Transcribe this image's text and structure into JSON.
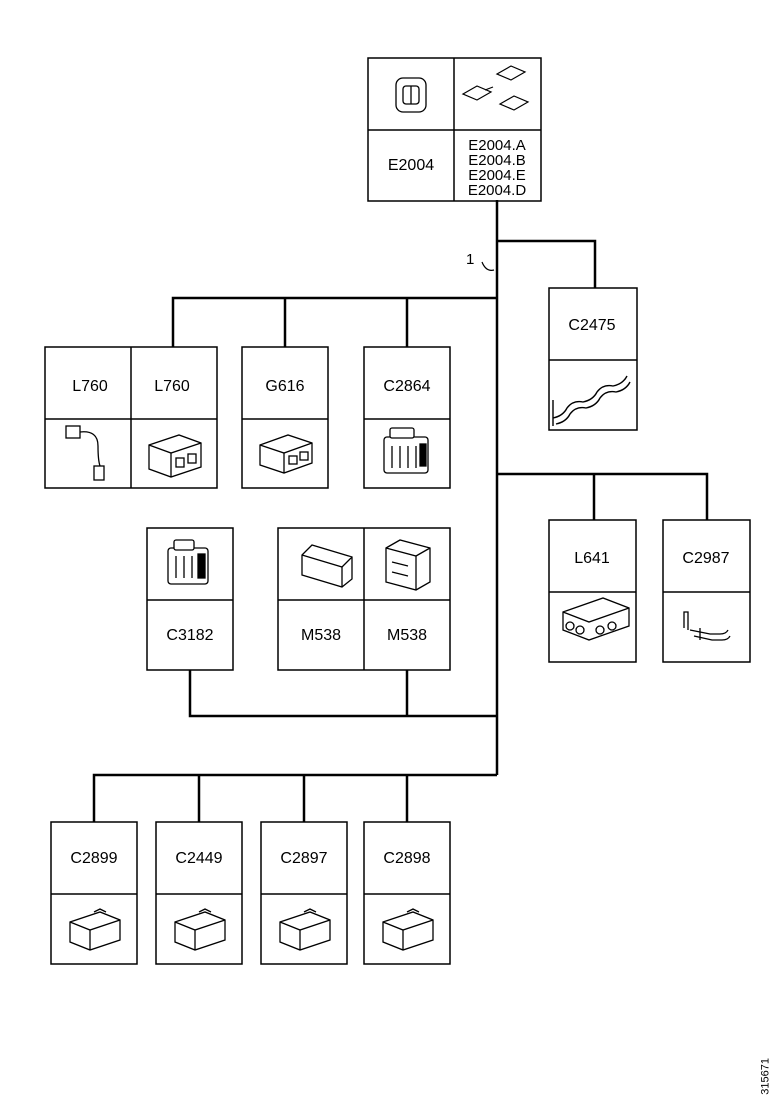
{
  "callout": "1",
  "drawing_code": "315671",
  "top_component": {
    "code": "E2004",
    "variants": [
      "E2004.A",
      "E2004.B",
      "E2004.E",
      "E2004.D"
    ],
    "icon_left": "connector-housing-icon",
    "icon_right": "terminal-set-icon"
  },
  "row1": [
    {
      "code": "L760",
      "icon": "connector-with-lead-icon"
    },
    {
      "code": "L760",
      "icon": "two-pin-housing-icon"
    },
    {
      "code": "G616",
      "icon": "two-pin-housing-icon"
    },
    {
      "code": "C2864",
      "icon": "multi-pin-connector-icon"
    }
  ],
  "right_top": {
    "code": "C2475",
    "icon": "twisted-cable-icon"
  },
  "row2": [
    {
      "code": "C3182",
      "icon": "multi-pin-connector-icon"
    },
    {
      "code": "M538",
      "icon": "relay-housing-icon"
    },
    {
      "code": "M538",
      "icon": "multi-pin-connector-icon"
    }
  ],
  "right_mid": [
    {
      "code": "L641",
      "icon": "multi-pin-housing-icon"
    },
    {
      "code": "C2987",
      "icon": "terminal-strip-icon"
    }
  ],
  "row3": [
    {
      "code": "C2899",
      "icon": "two-pin-housing-icon"
    },
    {
      "code": "C2449",
      "icon": "two-pin-housing-icon"
    },
    {
      "code": "C2897",
      "icon": "two-pin-housing-icon"
    },
    {
      "code": "C2898",
      "icon": "two-pin-housing-icon"
    }
  ]
}
